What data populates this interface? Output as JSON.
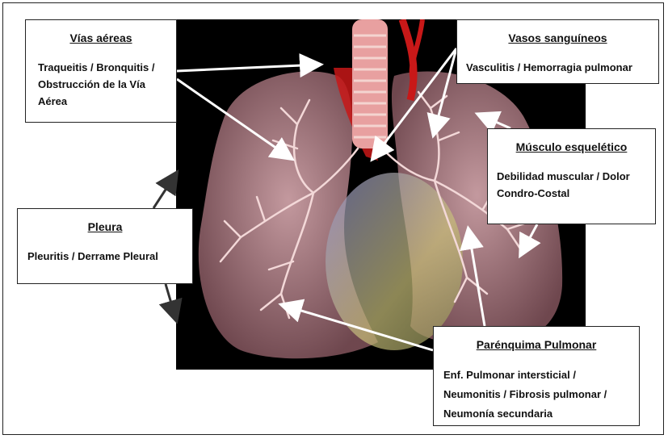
{
  "colors": {
    "background": "#ffffff",
    "scan_background": "#000000",
    "lung": "#b98a90",
    "trachea": "#e8a0a0",
    "vessel": "#c81818",
    "arrow": "#ffffff",
    "pleura_arrow": "#333333"
  },
  "callouts": {
    "airways": {
      "title": "Vías aéreas",
      "body": "Traqueitis / Bronquitis / Obstrucción de la Vía Aérea"
    },
    "vessels": {
      "title": "Vasos sanguíneos",
      "body": "Vasculitis / Hemorragia pulmonar"
    },
    "muscle": {
      "title": "Músculo esquelético",
      "body": "Debilidad muscular / Dolor Condro-Costal"
    },
    "pleura": {
      "title": "Pleura",
      "body": "Pleuritis / Derrame Pleural"
    },
    "parenchyma": {
      "title": "Parénquima Pulmonar",
      "body": "Enf. Pulmonar intersticial / Neumonitis / Fibrosis pulmonar / Neumonía secundaria"
    }
  }
}
